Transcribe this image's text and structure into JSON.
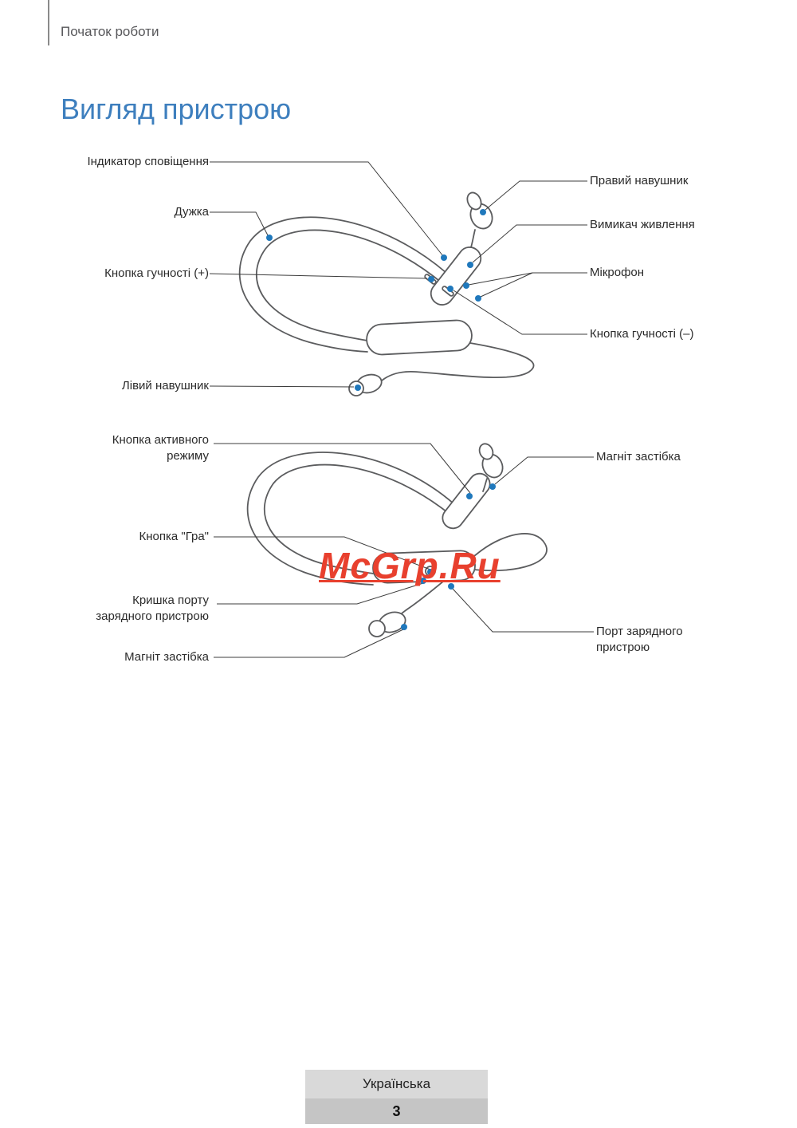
{
  "header": {
    "section": "Початок роботи"
  },
  "title": "Вигляд пристрою",
  "diagram_top": {
    "labels_left": [
      "Індикатор сповіщення",
      "Дужка",
      "Кнопка гучності (+)",
      "Лівий навушник"
    ],
    "labels_right": [
      "Правий навушник",
      "Вимикач живлення",
      "Мікрофон",
      "Кнопка гучності (–)"
    ]
  },
  "diagram_bottom": {
    "labels_left": [
      "Кнопка активного\nрежиму",
      "Кнопка \"Гра\"",
      "Кришка порту\nзарядного пристрою",
      "Магніт застібка"
    ],
    "labels_right": [
      "Магніт застібка",
      "Порт зарядного\nпристрою"
    ]
  },
  "watermark": "McGrp.Ru",
  "footer": {
    "language": "Українська",
    "page_number": "3"
  },
  "colors": {
    "title_blue": "#3e7fbe",
    "callout_dot_blue": "#1f78bc",
    "watermark_red": "#e8402e"
  }
}
